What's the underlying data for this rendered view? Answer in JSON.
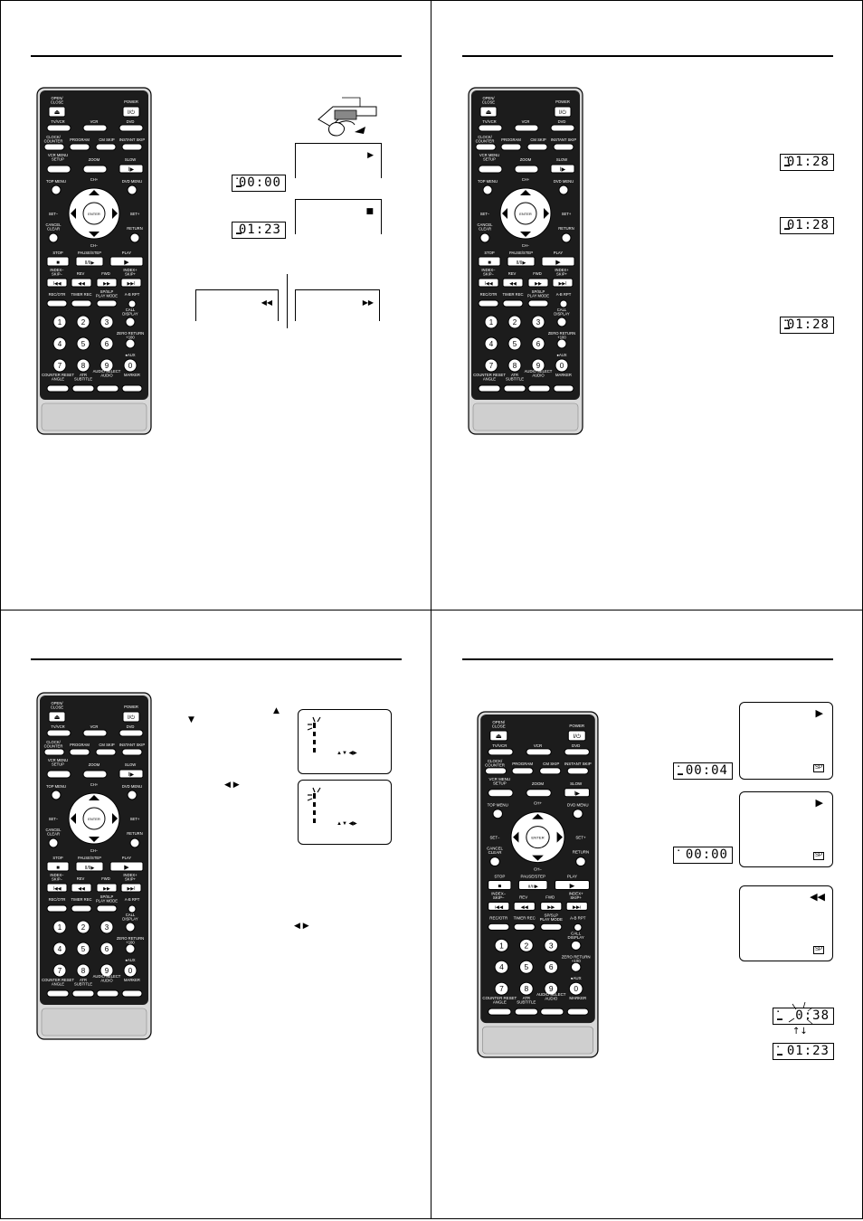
{
  "remote": {
    "open_close": "OPEN/\nCLOSE",
    "power": "POWER",
    "tv_vcr": "TV/VCR",
    "vcr": "VCR",
    "dvd": "DVD",
    "clock_counter": "CLOCK/\nCOUNTER",
    "program": "PROGRAM",
    "cm_skip": "CM SKIP",
    "instant_skip": "INSTANT SKIP",
    "vcr_menu_setup": "VCR MENU\nSETUP",
    "zoom": "ZOOM",
    "slow": "SLOW",
    "top_menu": "TOP MENU",
    "dvd_menu": "DVD MENU",
    "ch_up": "CH+",
    "ch_down": "CH−",
    "set_minus": "SET−",
    "set_plus": "SET+",
    "enter": "ENTER",
    "cancel_clear": "CANCEL\nCLEAR",
    "return": "RETURN",
    "stop": "STOP",
    "pause_step": "PAUSE/STEP",
    "play": "PLAY",
    "index_skip_minus": "INDEX−\nSKIP−",
    "rev": "REV",
    "fwd": "FWD",
    "index_skip_plus": "INDEX+\nSKIP+",
    "rec_otr": "REC/OTR",
    "timer_rec": "TIMER REC",
    "sp_slp_play_mode": "SP/SLP\nPLAY MODE",
    "a_b_rpt": "A-B RPT",
    "call_display": "CALL\nDISPLAY",
    "zero_return_100": "ZERO RETURN\n+100",
    "counter_reset_angle": "COUNTER RESET\nANGLE",
    "atr_subtitle": "ATR\nSUBTITLE",
    "audio_select_audio": "AUDIO SELECT\nAUDIO",
    "marker": "MARKER",
    "aux": "●AUX",
    "digits": [
      "1",
      "2",
      "3",
      "4",
      "5",
      "6",
      "7",
      "8",
      "9",
      "0"
    ]
  },
  "panel1": {
    "counter_a": "00:00",
    "counter_b": "01:23",
    "osd_play": "▶",
    "osd_stop": "■",
    "osd_rev": "◀◀",
    "osd_fwd": "▶▶"
  },
  "panel2": {
    "counter_a": "01:28",
    "counter_b": "01:28",
    "counter_c": "01:28"
  },
  "panel3": {
    "arrow_up": "▲",
    "arrow_down": "▼",
    "arrows_lr": "◀ ▶",
    "arrows_lr_2": "◀ ▶",
    "osd_hint_1": "▲▼ ◀▶",
    "osd_hint_2": "▲▼ ◀▶"
  },
  "panel4": {
    "counter_a": "00:04",
    "counter_b": "00:00",
    "counter_c": "0:38",
    "counter_d": "01:23",
    "osd_play_1": "▶",
    "osd_play_2": "▶",
    "osd_rewind": "◀◀",
    "tag": "SP",
    "updown": "↑↓"
  }
}
